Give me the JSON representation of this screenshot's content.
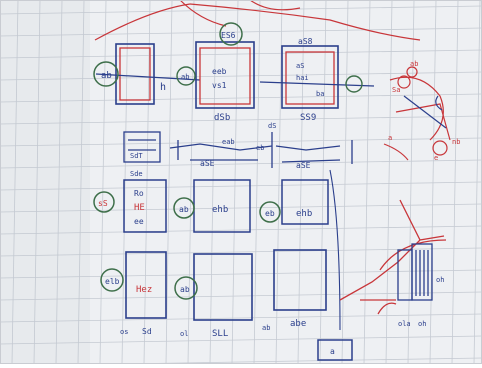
{
  "scene": {
    "subject": "notebook-page-sketch",
    "medium": "photo",
    "paper": "grid-paper",
    "ink_colors": {
      "blue": "#2b3f8c",
      "red": "#c8363a",
      "green": "#3e6f4a",
      "grid": "#b8bec8",
      "paper": "#eef0f3"
    }
  },
  "top_row": {
    "panel_1": {
      "circle_label": "ab",
      "tag": "h"
    },
    "panel_2": {
      "circle_label": "ES6",
      "circle_left": "ab",
      "cells": [
        "eeb",
        "vs1"
      ],
      "caption": "dSb"
    },
    "panel_3": {
      "top": "aS8",
      "cells": [
        "aS",
        "hai",
        "ba"
      ],
      "caption": "SS9"
    }
  },
  "middle_strip": {
    "left_box": "SdT",
    "labels": [
      "aSE",
      "eab",
      "eb",
      "aSE"
    ],
    "vertical": "dS"
  },
  "mid_row": {
    "card_1": {
      "circle_label": "sS",
      "lines": [
        "Ro",
        "HE",
        "ee"
      ],
      "caption": "Sde"
    },
    "card_2": {
      "circle_label": "ab",
      "caption": "ehb"
    },
    "card_3": {
      "circle_label": "eb",
      "caption": "ehb"
    }
  },
  "bottom_row": {
    "card_1": {
      "circle_label": "elb",
      "inner": "Hez",
      "caption": "Sd"
    },
    "card_2": {
      "circle_label": "ab",
      "caption": "SLL"
    },
    "card_3": {
      "caption": "abe"
    },
    "side_labels": {
      "left": "os",
      "mid": "ol",
      "right": "ab"
    }
  },
  "bottom_box": {
    "label": "a"
  },
  "right_sketch": {
    "top": {
      "labels": [
        "Sa",
        "ab",
        "nb",
        "a",
        "e"
      ]
    },
    "bottom": {
      "labels": [
        "oh",
        "ola",
        "oh"
      ]
    }
  }
}
